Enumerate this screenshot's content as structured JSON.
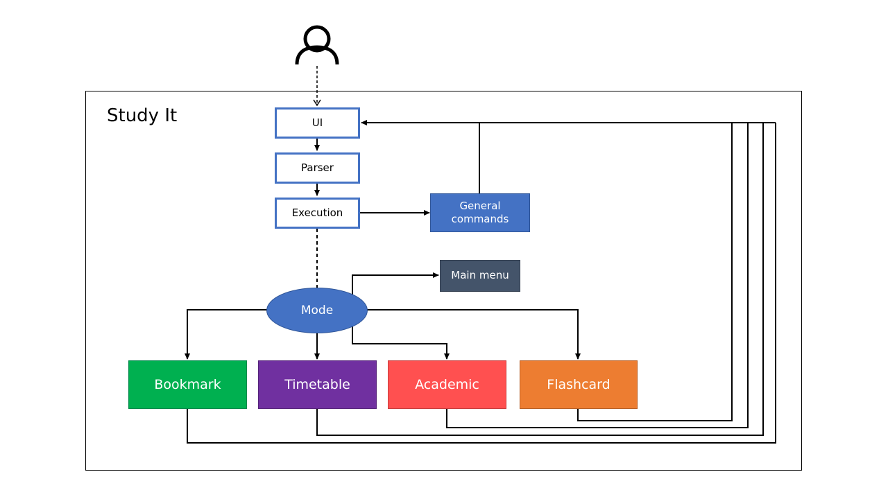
{
  "diagram": {
    "title": "Study It",
    "nodes": {
      "ui": "UI",
      "parser": "Parser",
      "execution": "Execution",
      "general_commands": "General commands",
      "main_menu": "Main menu",
      "mode": "Mode",
      "bookmark": "Bookmark",
      "timetable": "Timetable",
      "academic": "Academic",
      "flashcard": "Flashcard"
    },
    "icons": {
      "user": "user-icon"
    },
    "colors": {
      "outline": "#4472C4",
      "general_commands": "#4472C4",
      "main_menu": "#44546A",
      "mode": "#4472C4",
      "bookmark": "#00B050",
      "timetable": "#7030A0",
      "academic": "#FF5050",
      "flashcard": "#ED7D31"
    }
  }
}
